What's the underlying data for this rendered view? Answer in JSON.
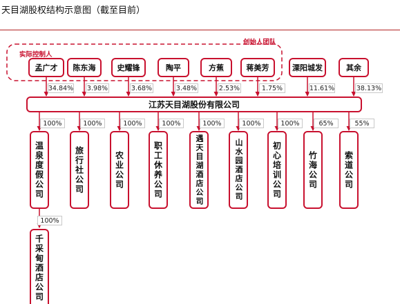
{
  "title": "天目湖股权结构示意图（截至目前）",
  "groups": {
    "founders": "创始人团队",
    "controller": "实际控制人"
  },
  "shareholders": [
    {
      "id": "meng",
      "name": "孟广才",
      "pct": "34.84%"
    },
    {
      "id": "chen",
      "name": "陈东海",
      "pct": "3.98%"
    },
    {
      "id": "shi",
      "name": "史耀锋",
      "pct": "3.68%"
    },
    {
      "id": "tao",
      "name": "陶平",
      "pct": "3.48%"
    },
    {
      "id": "fang",
      "name": "方蕉",
      "pct": "2.53%"
    },
    {
      "id": "jiang",
      "name": "蒋美芳",
      "pct": "1.75%"
    },
    {
      "id": "liyang",
      "name": "溧阳城发",
      "pct": "11.61%"
    },
    {
      "id": "other",
      "name": "其余",
      "pct": "38.13%"
    }
  ],
  "company": "江苏天目湖股份有限公司",
  "subsidiaries": [
    {
      "id": "wenquan",
      "name": "温泉度假公司",
      "pct": "100%"
    },
    {
      "id": "lvxing",
      "name": "旅行社公司",
      "pct": "100%"
    },
    {
      "id": "nongye",
      "name": "农业公司",
      "pct": "100%"
    },
    {
      "id": "zhigong",
      "name": "职工休养公司",
      "pct": "100%"
    },
    {
      "id": "yu",
      "name": "遇天目湖酒店公司",
      "pct": "100%"
    },
    {
      "id": "shanshui",
      "name": "山水园酒店公司",
      "pct": "100%"
    },
    {
      "id": "chuxin",
      "name": "初心培训公司",
      "pct": "100%"
    },
    {
      "id": "zhuhai",
      "name": "竹海公司",
      "pct": "65%"
    },
    {
      "id": "suodao",
      "name": "索道公司",
      "pct": "55%"
    }
  ],
  "grandchild": {
    "name": "千采甸酒店公司",
    "pct": "100%"
  }
}
